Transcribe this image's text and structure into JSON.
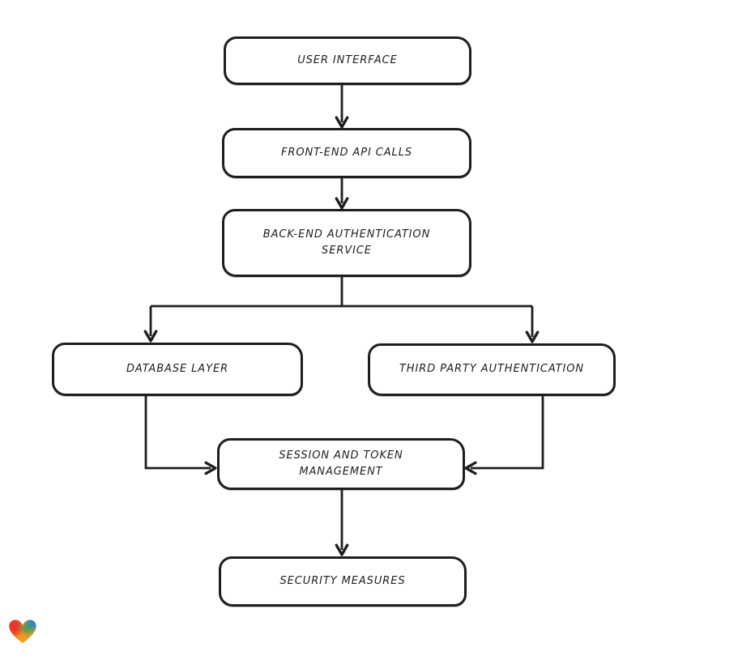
{
  "diagram": {
    "background": "#ffffff",
    "stroke_color": "#1e1e1e",
    "node_fill": "#ffffff",
    "nodes": [
      {
        "id": "user-interface",
        "label": "USER INTERFACE"
      },
      {
        "id": "front-end-api-calls",
        "label": "FRONT-END API CALLS"
      },
      {
        "id": "back-end-authentication-service",
        "label": "BACK-END AUTHENTICATION\nSERVICE"
      },
      {
        "id": "database-layer",
        "label": "DATABASE LAYER"
      },
      {
        "id": "third-party-authentication",
        "label": "THIRD PARTY AUTHENTICATION"
      },
      {
        "id": "session-and-token-management",
        "label": "SESSION AND TOKEN\nMANAGEMENT"
      },
      {
        "id": "security-measures",
        "label": "SECURITY MEASURES"
      }
    ],
    "edges": [
      {
        "from": "user-interface",
        "to": "front-end-api-calls"
      },
      {
        "from": "front-end-api-calls",
        "to": "back-end-authentication-service"
      },
      {
        "from": "back-end-authentication-service",
        "to": "database-layer"
      },
      {
        "from": "back-end-authentication-service",
        "to": "third-party-authentication"
      },
      {
        "from": "database-layer",
        "to": "session-and-token-management"
      },
      {
        "from": "third-party-authentication",
        "to": "session-and-token-management"
      },
      {
        "from": "session-and-token-management",
        "to": "security-measures"
      }
    ]
  },
  "logo": {
    "icon": "heart-gradient-logo",
    "colors": {
      "red": "#e8382c",
      "orange": "#f59b20",
      "green": "#3da04b",
      "blue": "#2f80d0"
    }
  }
}
